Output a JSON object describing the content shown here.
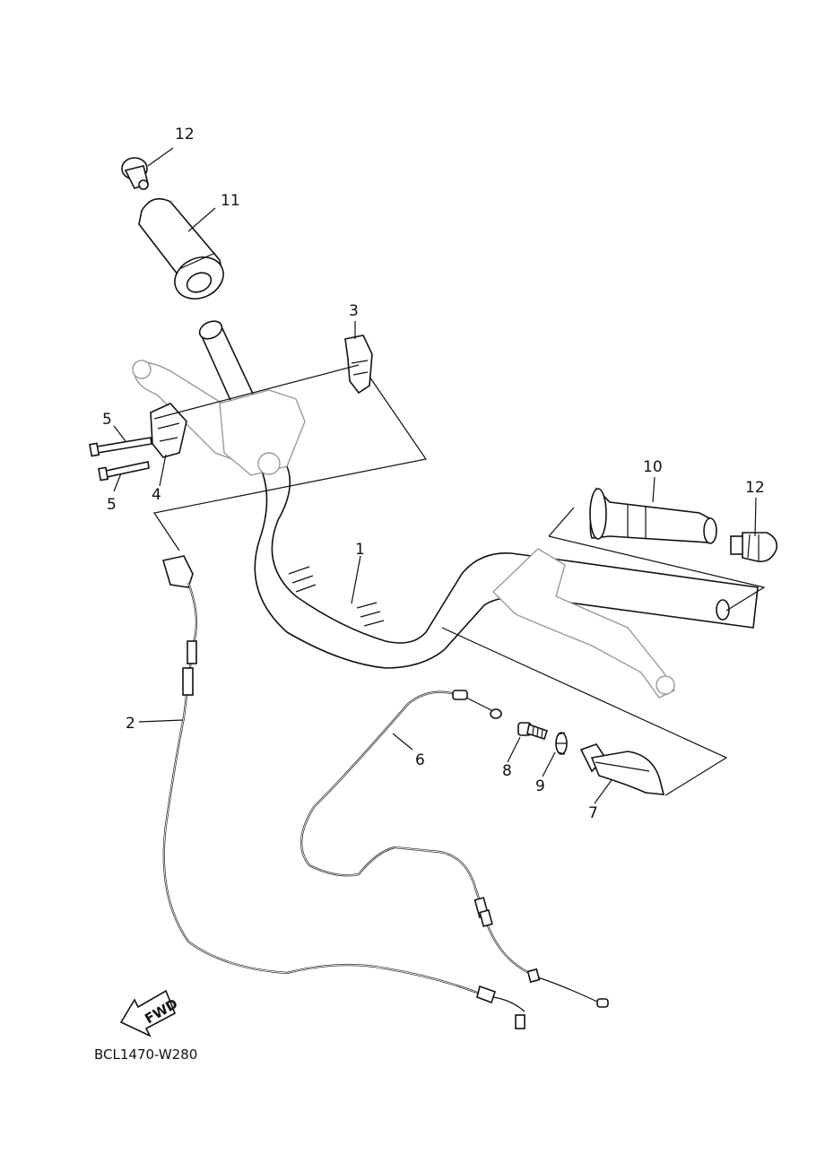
{
  "diagram": {
    "code": "BCL1470-W280",
    "fwd_label": "FWD",
    "callouts": {
      "p1": "1",
      "p2": "2",
      "p3": "3",
      "p4": "4",
      "p5a": "5",
      "p5b": "5",
      "p6": "6",
      "p7": "7",
      "p8": "8",
      "p9": "9",
      "p10": "10",
      "p11": "11",
      "p12a": "12",
      "p12b": "12"
    }
  }
}
